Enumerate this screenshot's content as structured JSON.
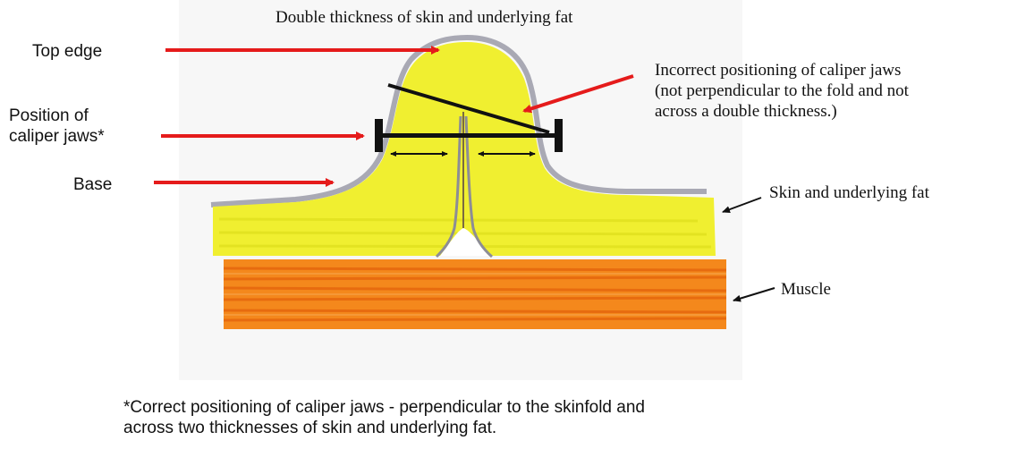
{
  "title": "Double thickness of skin and underlying fat",
  "labels": {
    "top_edge": "Top edge",
    "caliper_position": "Position of\ncaliper jaws*",
    "base": "Base",
    "incorrect": "Incorrect positioning of caliper jaws\n(not perpendicular to the fold and not\nacross a double thickness.)",
    "skin_fat": "Skin and underlying fat",
    "muscle": "Muscle"
  },
  "footnote": "*Correct positioning of caliper jaws - perpendicular to the skinfold and\nacross two thicknesses of skin and underlying fat.",
  "colors": {
    "fat": "#f0ef30",
    "fat_shade": "#dede1c",
    "skin": "#a9a9b4",
    "muscle": "#f4881c",
    "muscle_dark": "#e2600a",
    "red_arrow": "#e51b1b",
    "black": "#111111"
  }
}
